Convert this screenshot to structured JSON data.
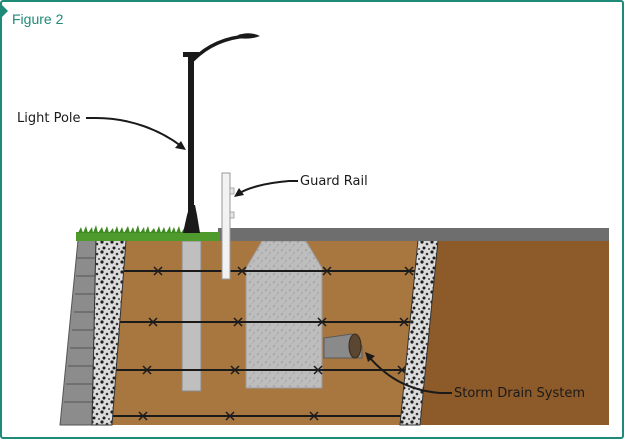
{
  "figure": {
    "title": "Figure 2"
  },
  "labels": {
    "light_pole": "Light Pole",
    "guard_rail": "Guard Rail",
    "storm_drain": "Storm Drain System"
  },
  "colors": {
    "frame": "#1f8a78",
    "soil": "#a8763f",
    "soil_dark": "#8d5a2a",
    "concrete": "#c9c9c9",
    "pavement": "#6e6e6e",
    "grass": "#4f9a2c",
    "pole": "#1a1a1a"
  }
}
